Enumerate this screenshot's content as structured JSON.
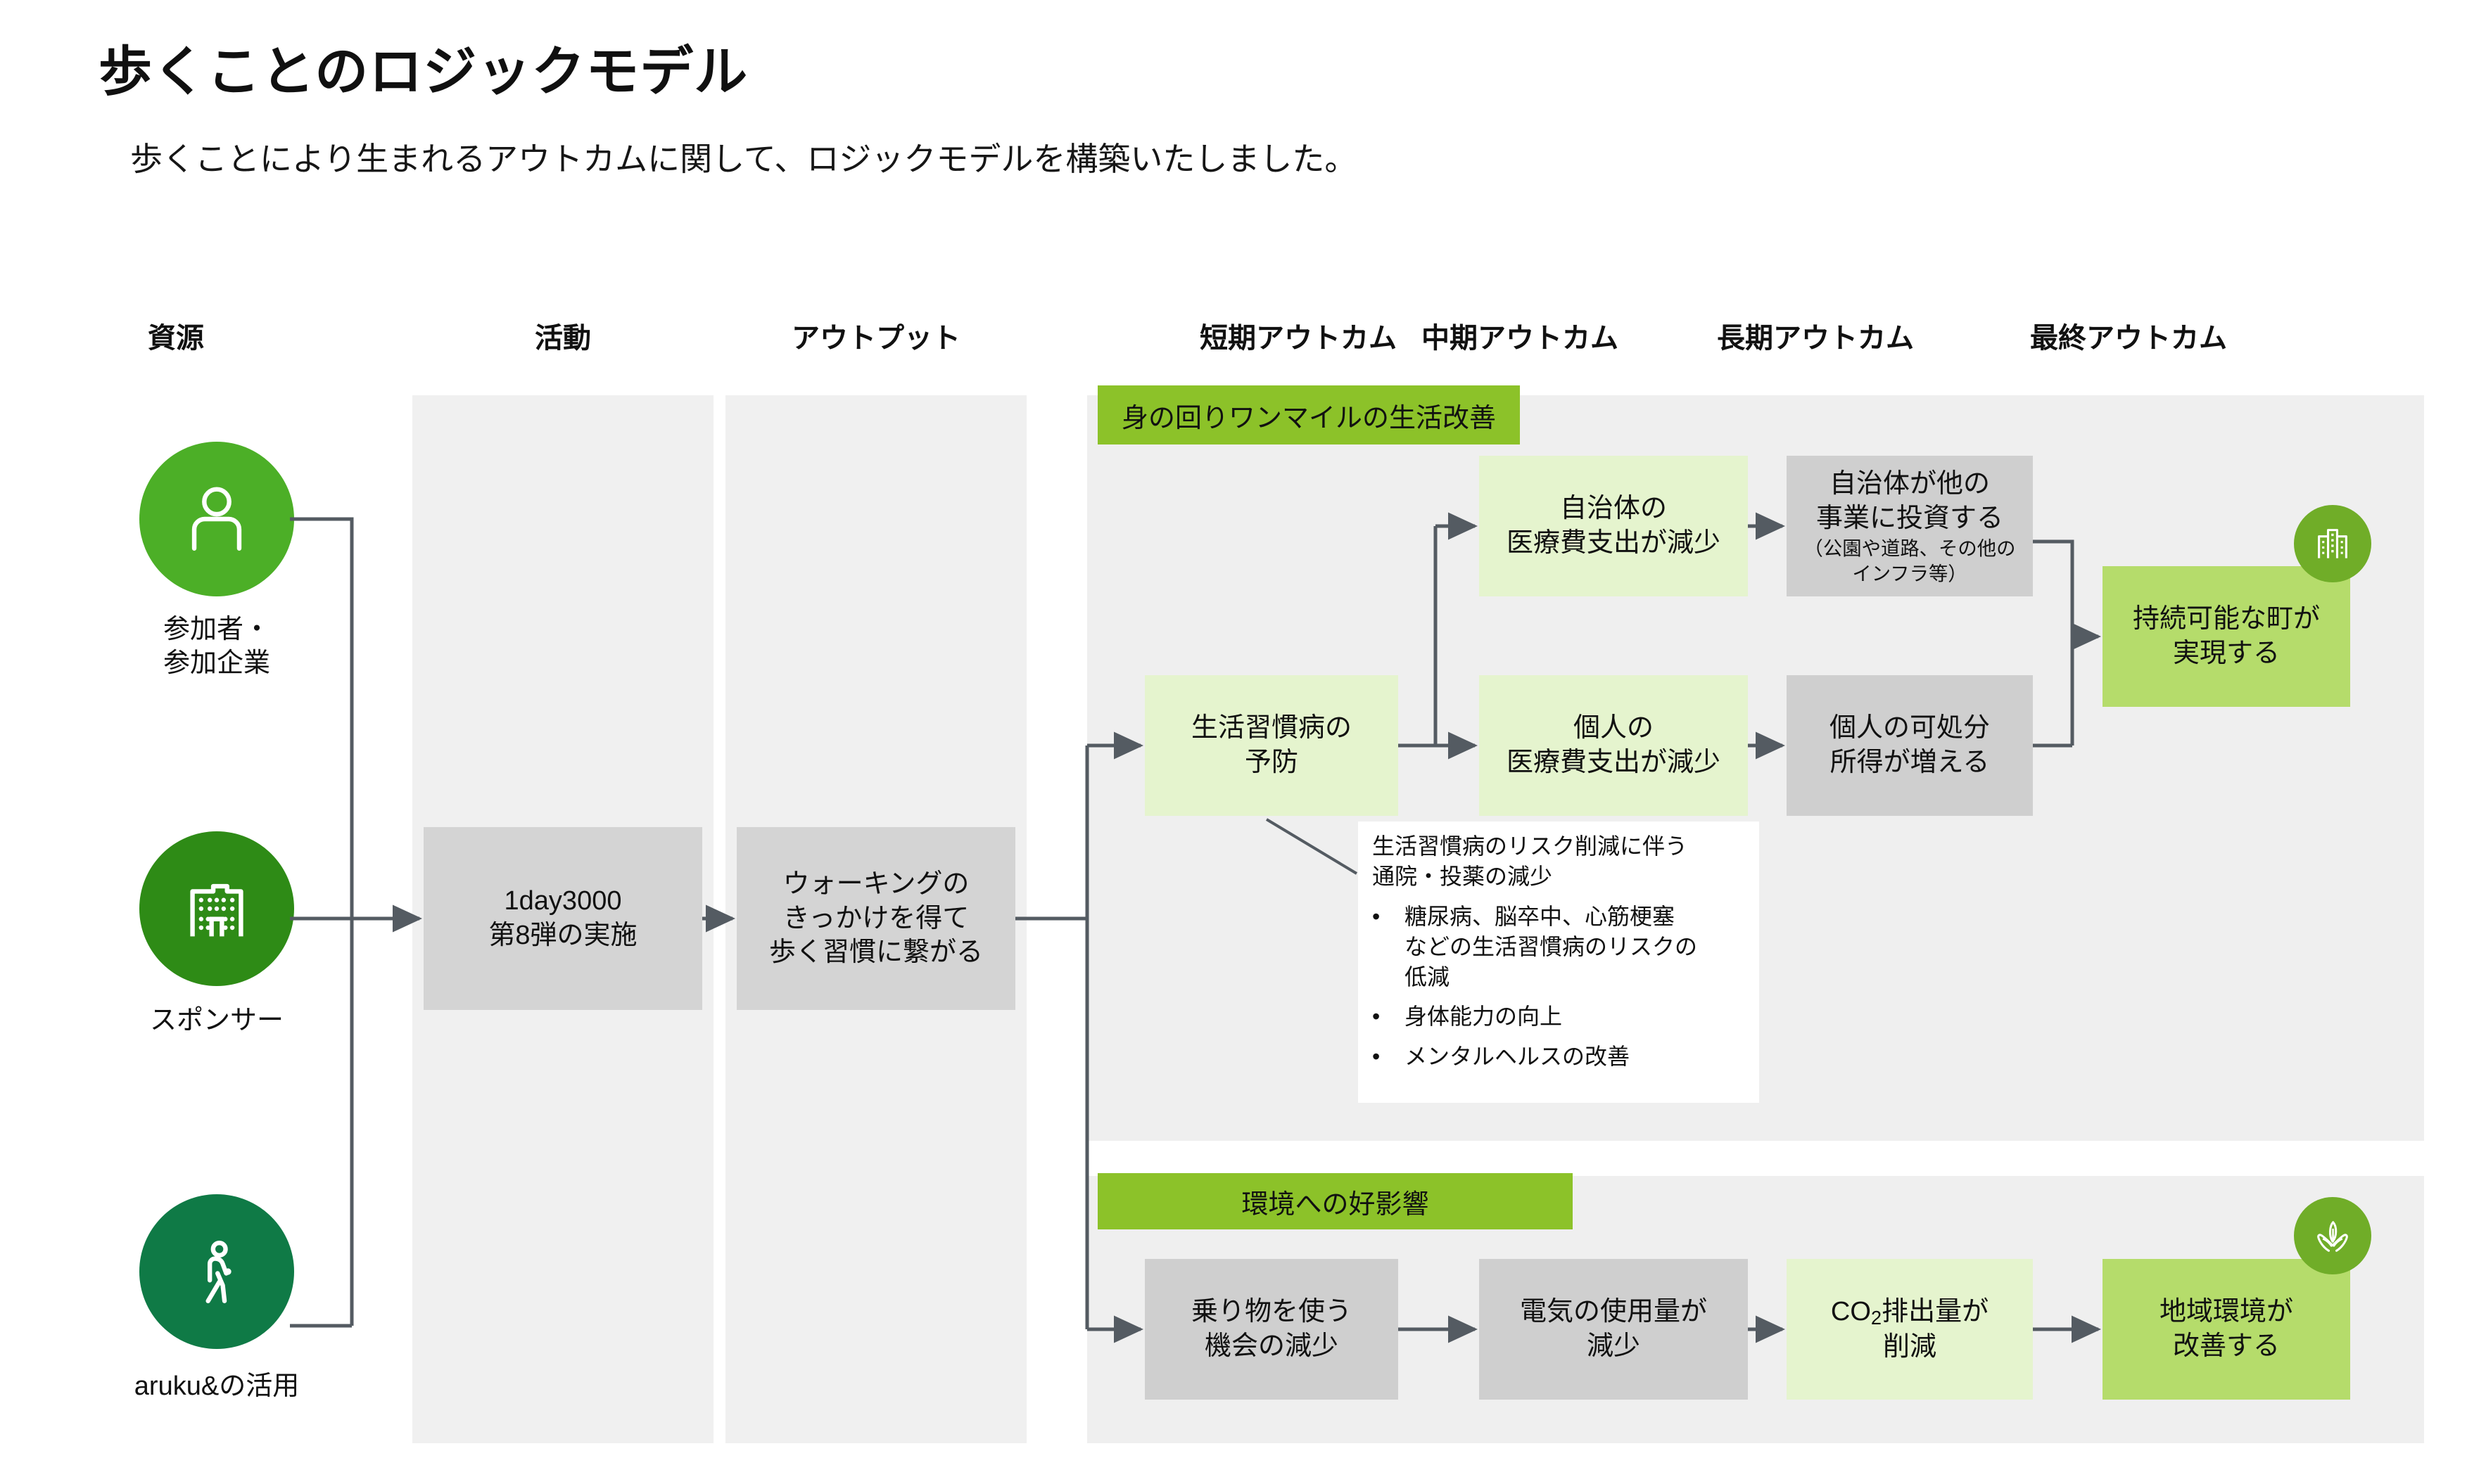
{
  "header": {
    "title": "歩くことのロジックモデル",
    "subtitle": "歩くことにより生まれるアウトカムに関して、ロジックモデルを構築いたしました。"
  },
  "columns": [
    {
      "key": "resources",
      "label": "資源"
    },
    {
      "key": "activities",
      "label": "活動"
    },
    {
      "key": "outputs",
      "label": "アウトプット"
    },
    {
      "key": "short_outcomes",
      "label": "短期アウトカム"
    },
    {
      "key": "mid_outcomes",
      "label": "中期アウトカム"
    },
    {
      "key": "long_outcomes",
      "label": "長期アウトカム"
    },
    {
      "key": "final_outcomes",
      "label": "最終アウトカム"
    }
  ],
  "resources": [
    {
      "icon": "person-icon",
      "label": "参加者・\n参加企業",
      "line1": "参加者・",
      "line2": "参加企業",
      "color": "#4caf27"
    },
    {
      "icon": "building-icon",
      "label": "スポンサー",
      "line1": "スポンサー",
      "line2": "",
      "color": "#2e8b16"
    },
    {
      "icon": "walking-icon",
      "label": "aruku&の活用",
      "line1": "aruku&の活用",
      "line2": "",
      "color": "#0f7a46"
    }
  ],
  "activity": {
    "line1": "1day3000",
    "line2": "第8弾の実施"
  },
  "output": {
    "line1": "ウォーキングの",
    "line2": "きっかけを得て",
    "line3": "歩く習慣に繋がる"
  },
  "health_group": {
    "tag": "身の回りワンマイルの生活改善",
    "badge_icon": "city-buildings-icon",
    "nodes": {
      "short": {
        "line1": "生活習慣病の",
        "line2": "予防"
      },
      "mid_gov": {
        "line1": "自治体の",
        "line2": "医療費支出が減少"
      },
      "mid_personal": {
        "line1": "個人の",
        "line2": "医療費支出が減少"
      },
      "long_gov": {
        "line1": "自治体が他の",
        "line2": "事業に投資する",
        "note": "（公園や道路、その他の\nインフラ等）",
        "note1": "（公園や道路、その他の",
        "note2": "インフラ等）"
      },
      "long_personal": {
        "line1": "個人の可処分",
        "line2": "所得が増える"
      },
      "final": {
        "line1": "持続可能な町が",
        "line2": "実現する"
      }
    },
    "note": {
      "head1": "生活習慣病のリスク削減に伴う",
      "head2": "通院・投薬の減少",
      "bullet_char": "•",
      "bullets": [
        "糖尿病、脳卒中、心筋梗塞\nなどの生活習慣病のリスクの\n低減",
        "身体能力の向上",
        "メンタルヘルスの改善"
      ],
      "bullet_lines": [
        [
          "糖尿病、脳卒中、心筋梗塞",
          "などの生活習慣病のリスクの",
          "低減"
        ],
        [
          "身体能力の向上"
        ],
        [
          "メンタルヘルスの改善"
        ]
      ]
    }
  },
  "environment_group": {
    "tag": "環境への好影響",
    "badge_icon": "hands-leaf-icon",
    "nodes": [
      {
        "line1": "乗り物を使う",
        "line2": "機会の減少",
        "style": "gray"
      },
      {
        "line1": "電気の使用量が",
        "line2": "減少",
        "style": "gray"
      },
      {
        "line1": "CO2排出量が",
        "line2": "削減",
        "style": "lgreen",
        "formula": true,
        "pre": "CO",
        "sub": "2",
        "post": "排出量が"
      },
      {
        "line1": "地域環境が",
        "line2": "改善する",
        "style": "mgreen"
      }
    ]
  },
  "colors": {
    "brand_green": "#8cc229",
    "badge_green": "#70ad28",
    "mid_green": "#b5dc6b",
    "light_green": "#e5f4ce",
    "box_gray": "#d4d4d4",
    "panel_gray": "#efefef",
    "band_gray": "#f0f0f0",
    "wire_gray": "#545b62",
    "text": "#111111"
  }
}
